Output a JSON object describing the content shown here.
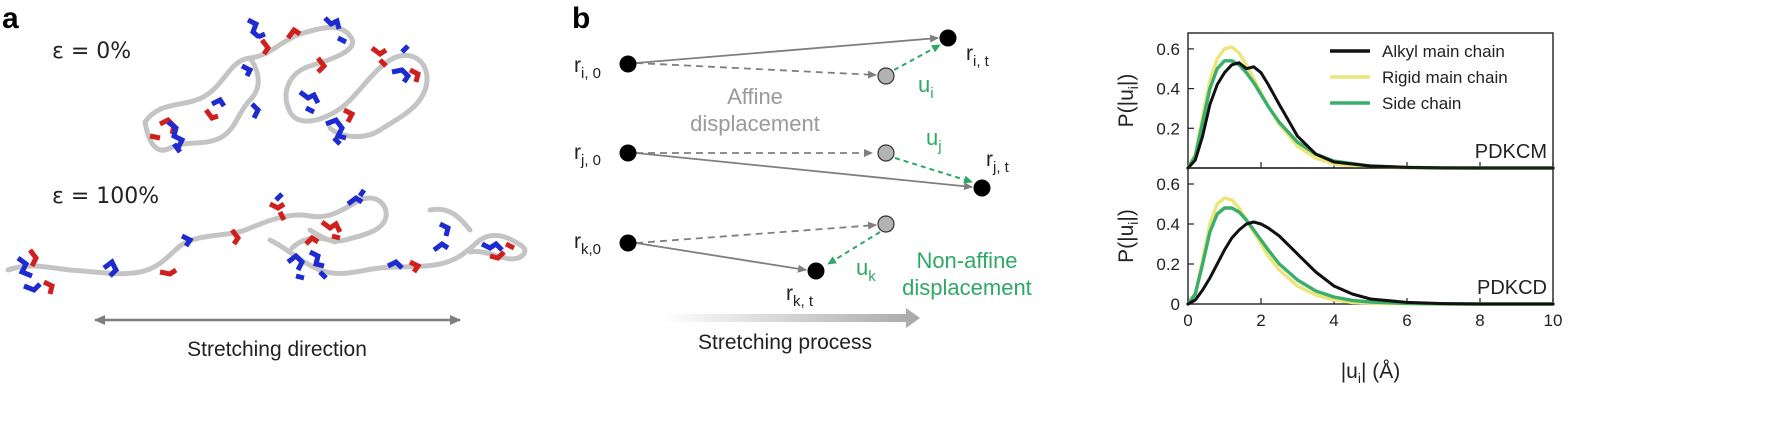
{
  "panel_a": {
    "letter": "a",
    "strain_0": "ε = 0%",
    "strain_100": "ε = 100%",
    "direction_label": "Stretching direction"
  },
  "panel_b": {
    "letter": "b",
    "ri0": {
      "base": "r",
      "sub": "i, 0"
    },
    "rit": {
      "base": "r",
      "sub": "i, t"
    },
    "rj0": {
      "base": "r",
      "sub": "j, 0"
    },
    "rjt": {
      "base": "r",
      "sub": "j, t"
    },
    "rk0": {
      "base": "r",
      "sub": "k,0"
    },
    "rkt": {
      "base": "r",
      "sub": "k, t"
    },
    "ui": {
      "base": "u",
      "sub": "i"
    },
    "uj": {
      "base": "u",
      "sub": "j"
    },
    "uk": {
      "base": "u",
      "sub": "k"
    },
    "affine_line1": "Affine",
    "affine_line2": "displacement",
    "nonaffine_line1": "Non-affine",
    "nonaffine_line2": "displacement",
    "process_label": "Stretching process"
  },
  "colors": {
    "black_series": "#111111",
    "yellow_series": "#ece679",
    "green_series": "#3aae6b",
    "grey_arrow": "#7f7f7f",
    "green_arrow": "#2fa866",
    "blue_molecule": "#1d2bd0",
    "red_molecule": "#d0201e",
    "chain_grey": "#c4c4c4"
  },
  "chart_data": [
    {
      "type": "line",
      "plot_label": "PDKCM",
      "ylabel": "P(|u_i|)",
      "ylabel_parts": {
        "prefix": "P(|u",
        "sub": "i",
        "suffix": "|)"
      },
      "ylim": [
        0,
        0.68
      ],
      "yticks": [
        "0.2",
        "0.4",
        "0.6"
      ],
      "xlim": [
        0,
        10
      ],
      "legend": {
        "placement": "top-right",
        "entries": [
          "Alkyl main chain",
          "Rigid main chain",
          "Side chain"
        ]
      },
      "x": [
        0,
        0.2,
        0.4,
        0.6,
        0.8,
        1.0,
        1.2,
        1.4,
        1.6,
        1.8,
        2.0,
        2.2,
        2.5,
        3.0,
        3.5,
        4.0,
        5.0,
        6.0,
        7.0,
        8.0,
        10.0
      ],
      "series": [
        {
          "name": "Alkyl main chain",
          "color": "#111111",
          "values": [
            0.0,
            0.04,
            0.16,
            0.32,
            0.42,
            0.48,
            0.52,
            0.53,
            0.5,
            0.51,
            0.48,
            0.42,
            0.32,
            0.16,
            0.07,
            0.03,
            0.01,
            0.003,
            0.0,
            0.0,
            0.0
          ]
        },
        {
          "name": "Rigid main chain",
          "color": "#ece679",
          "values": [
            0.0,
            0.07,
            0.26,
            0.44,
            0.55,
            0.6,
            0.61,
            0.58,
            0.52,
            0.45,
            0.38,
            0.31,
            0.22,
            0.11,
            0.05,
            0.02,
            0.005,
            0.001,
            0.0,
            0.0,
            0.0
          ]
        },
        {
          "name": "Side chain",
          "color": "#3aae6b",
          "values": [
            0.0,
            0.06,
            0.23,
            0.4,
            0.5,
            0.54,
            0.54,
            0.52,
            0.48,
            0.43,
            0.37,
            0.31,
            0.23,
            0.13,
            0.07,
            0.035,
            0.01,
            0.003,
            0.001,
            0.0,
            0.0
          ]
        }
      ]
    },
    {
      "type": "line",
      "plot_label": "PDKCD",
      "ylabel": "P(|u_i|)",
      "ylabel_parts": {
        "prefix": "P(|u",
        "sub": "i",
        "suffix": "|)"
      },
      "xlabel_parts": {
        "prefix": "|u",
        "sub": "i",
        "suffix": "| (Å)"
      },
      "ylim": [
        0,
        0.68
      ],
      "yticks": [
        "0",
        "0.2",
        "0.4",
        "0.6"
      ],
      "xlim": [
        0,
        10
      ],
      "xticks": [
        "0",
        "2",
        "4",
        "6",
        "8",
        "10"
      ],
      "x": [
        0,
        0.2,
        0.4,
        0.6,
        0.8,
        1.0,
        1.2,
        1.4,
        1.6,
        1.8,
        2.0,
        2.2,
        2.5,
        3.0,
        3.5,
        4.0,
        4.5,
        5.0,
        6.0,
        7.0,
        8.0,
        10.0
      ],
      "series": [
        {
          "name": "Alkyl main chain",
          "color": "#111111",
          "values": [
            0.0,
            0.02,
            0.07,
            0.13,
            0.2,
            0.27,
            0.33,
            0.37,
            0.4,
            0.41,
            0.4,
            0.38,
            0.34,
            0.25,
            0.16,
            0.09,
            0.05,
            0.025,
            0.008,
            0.002,
            0.0,
            0.0
          ]
        },
        {
          "name": "Rigid main chain",
          "color": "#ece679",
          "values": [
            0.0,
            0.05,
            0.22,
            0.4,
            0.5,
            0.53,
            0.52,
            0.48,
            0.42,
            0.36,
            0.3,
            0.24,
            0.17,
            0.09,
            0.045,
            0.02,
            0.008,
            0.004,
            0.001,
            0.0,
            0.0,
            0.0
          ]
        },
        {
          "name": "Side chain",
          "color": "#3aae6b",
          "values": [
            0.0,
            0.05,
            0.2,
            0.36,
            0.45,
            0.48,
            0.48,
            0.46,
            0.42,
            0.37,
            0.32,
            0.27,
            0.2,
            0.12,
            0.065,
            0.035,
            0.018,
            0.01,
            0.003,
            0.001,
            0.0,
            0.0
          ]
        }
      ]
    }
  ]
}
